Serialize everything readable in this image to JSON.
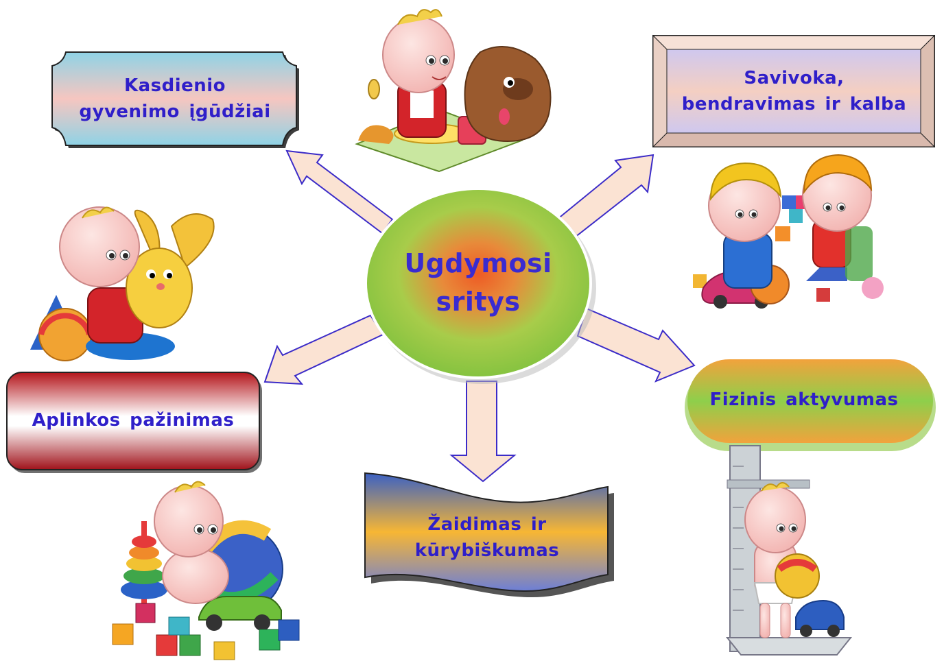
{
  "center": {
    "line1": "Ugdymosi",
    "line2": "sritys"
  },
  "areas": {
    "daily_life": {
      "line1": "Kasdienio",
      "line2": "gyvenimo įgūdžiai"
    },
    "self_awareness": {
      "line1": "Savivoka,",
      "line2": "bendravimas ir kalba"
    },
    "environment": {
      "line1": "Aplinkos pažinimas"
    },
    "play": {
      "line1": "Žaidimas ir",
      "line2": "kūrybiškumas"
    },
    "physical": {
      "line1": "Fizinis aktyvumas"
    }
  },
  "colors": {
    "text": "#2f1fc9",
    "arrow_fill": "#fbe3d3",
    "arrow_stroke": "#3b2bc8",
    "center_outer": "#8cc63f",
    "center_inner": "#e8642a"
  }
}
